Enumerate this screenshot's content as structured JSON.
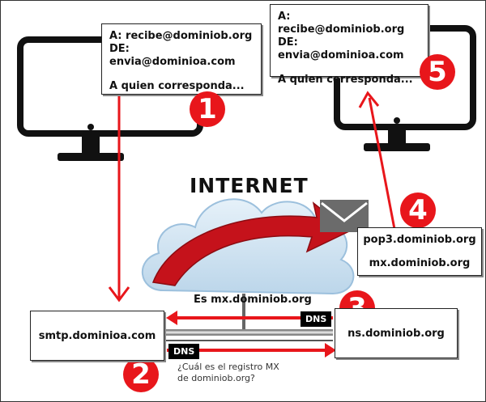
{
  "note_sender": {
    "to": "A: recibe@dominiob.org",
    "from": "DE: envia@dominioa.com",
    "body": "A quien corresponda..."
  },
  "note_receiver": {
    "to": "A: recibe@dominiob.org",
    "from": "DE: envia@dominioa.com",
    "body": "A quien corresponda..."
  },
  "title": "INTERNET",
  "smtp_server": "smtp.dominioa.com",
  "ns_server": "ns.dominiob.org",
  "mail_servers": {
    "pop3": "pop3.dominiob.org",
    "mx": "mx.dominiob.org"
  },
  "dns_tag": "DNS",
  "answer_label": "Es mx.dominiob.org",
  "question_line1": "¿Cuál es el registro MX",
  "question_line2": "de dominiob.org?",
  "steps": [
    "1",
    "2",
    "3",
    "4",
    "5"
  ],
  "colors": {
    "arrow": "#e8161b",
    "badge": "#e8161b",
    "cloud": "#cfe3f2"
  }
}
